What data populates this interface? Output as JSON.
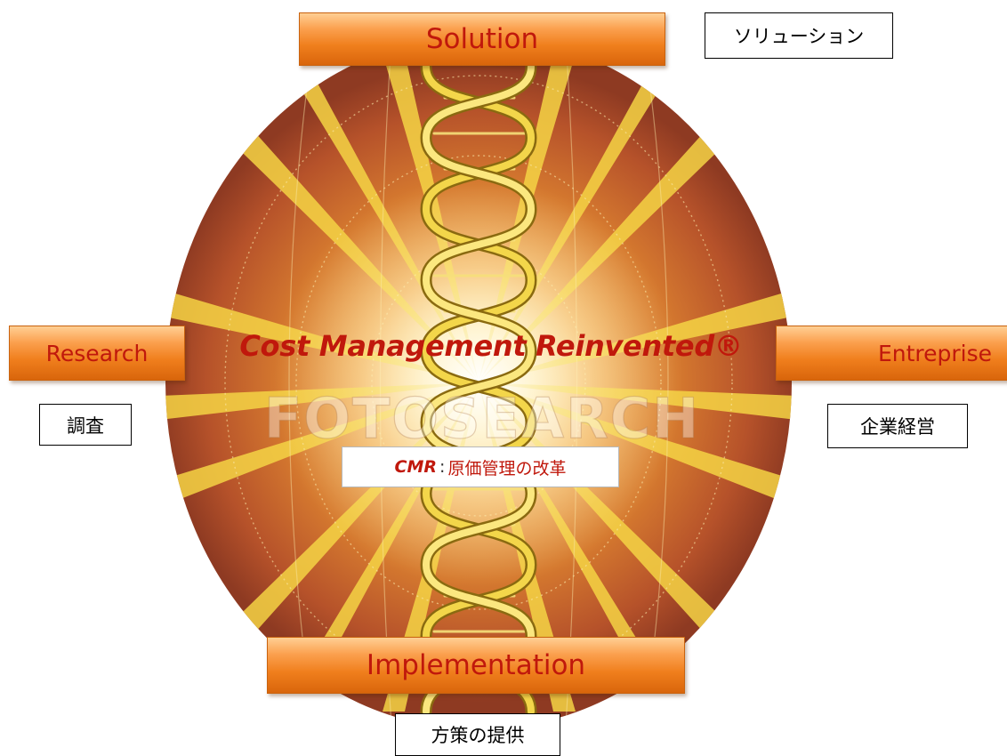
{
  "diagram": {
    "nodes": {
      "top": {
        "label": "Solution",
        "sublabel": "ソリューション"
      },
      "left": {
        "label": "Research",
        "sublabel": "調査"
      },
      "right": {
        "label": "Entreprise",
        "sublabel": "企業経営"
      },
      "bottom": {
        "label": "Implementation",
        "sublabel": "方策の提供"
      }
    },
    "center": {
      "title": "Cost Management Reinvented®",
      "abbreviation": "CMR",
      "separator": ":",
      "subtitle": "原価管理の改革"
    },
    "watermark": "FOTOSEARCH"
  },
  "colors": {
    "label_red": "#c0180c",
    "box_orange": "#f07f1d",
    "helix_yellow": "#f3d64a",
    "disk_dark": "#9c3d1c"
  }
}
